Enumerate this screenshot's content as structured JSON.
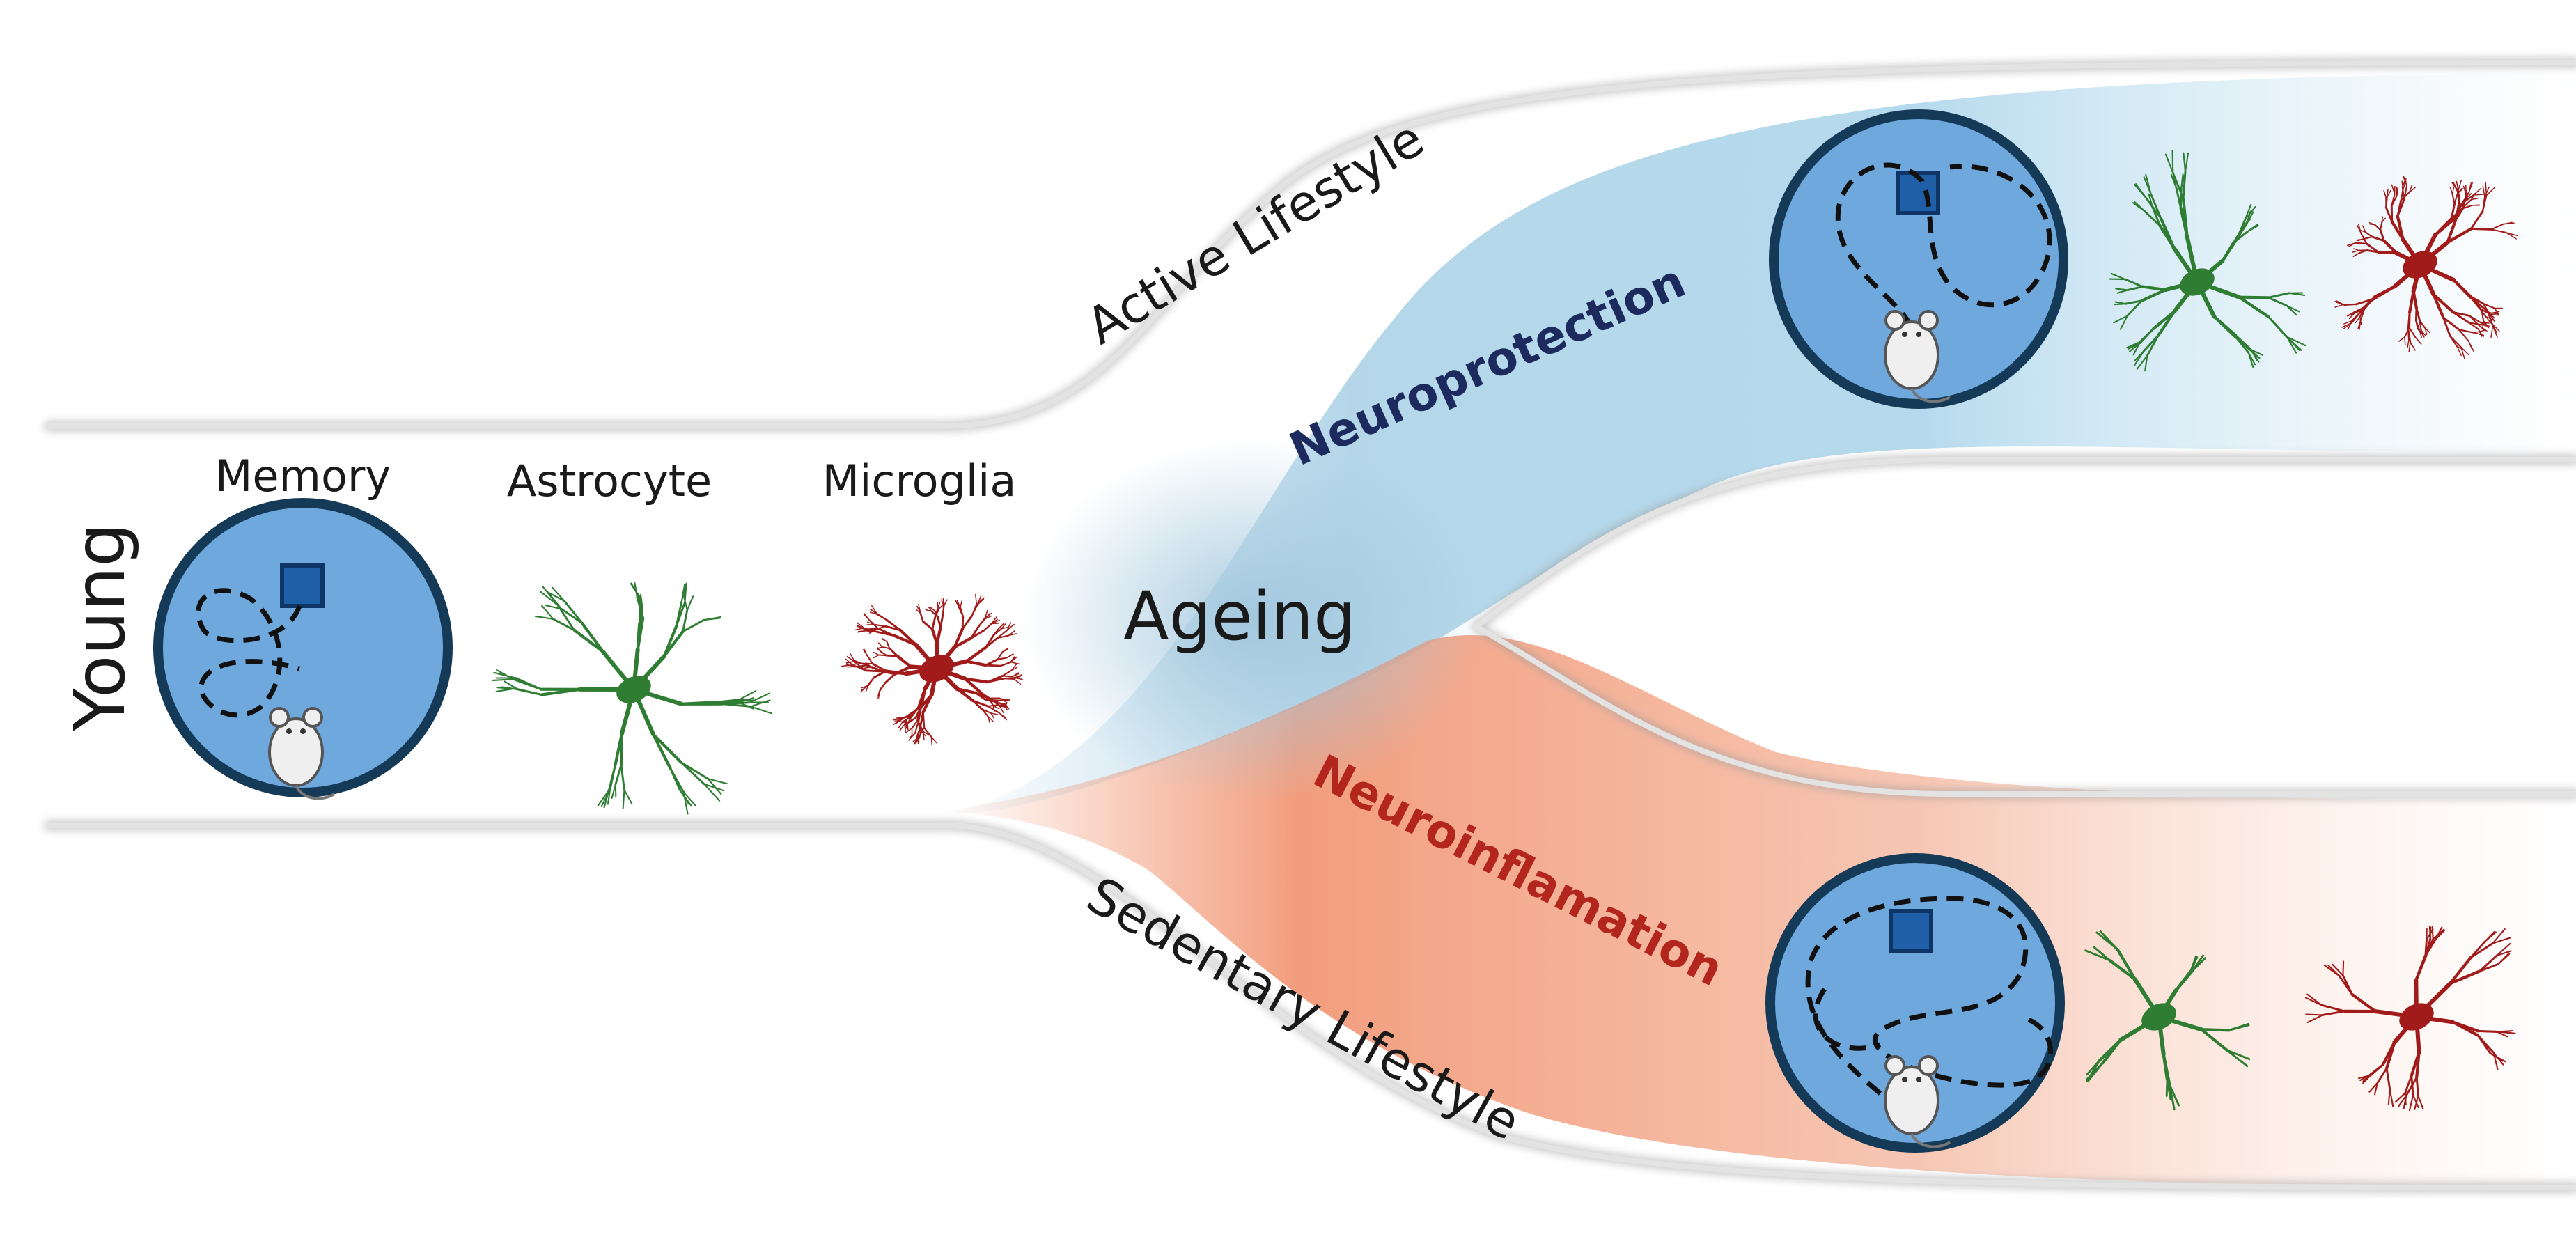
{
  "labels": {
    "young": "Young",
    "memory": "Memory",
    "astrocyte": "Astrocyte",
    "microglia": "Microglia",
    "ageing": "Ageing",
    "active_lifestyle": "Active Lifestyle",
    "sedentary_lifestyle": "Sedentary Lifestyle",
    "neuroprotection": "Neuroprotection",
    "neuroinflammation": "Neuroinflamation"
  },
  "colors": {
    "maze_fill": "#6fa8dc",
    "maze_border": "#153a57",
    "platform": "#1f5fa8",
    "astrocyte": "#2e7d32",
    "microglia": "#a11b1b",
    "protection_band": "#a9d4ea",
    "inflammation_band": "#f0a384",
    "neuroprotection_text": "#1c2a5e",
    "neuroinflammation_text": "#b3261e"
  },
  "icons": {
    "maze": "water-maze-icon",
    "mouse": "mouse-icon",
    "platform": "platform-square-icon",
    "astrocyte": "astrocyte-cell-icon",
    "microglia": "microglia-cell-icon"
  }
}
